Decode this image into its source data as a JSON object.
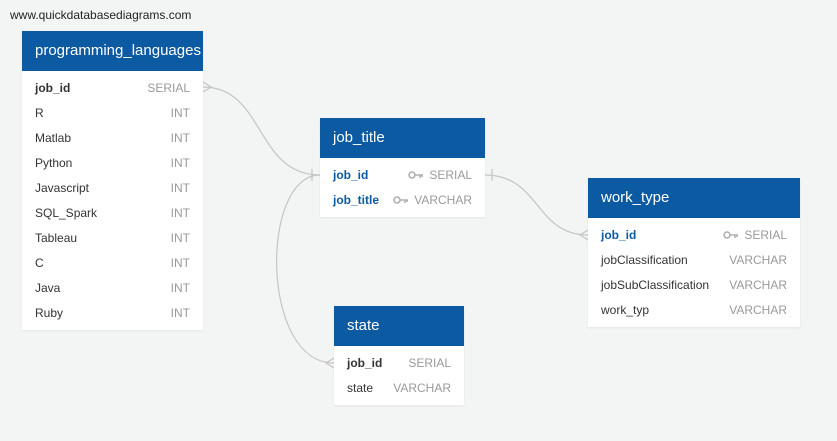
{
  "watermark": "www.quickdatabasediagrams.com",
  "tables": {
    "programming_languages": {
      "title": "programming_languages",
      "fields": [
        {
          "name": "job_id",
          "type": "SERIAL"
        },
        {
          "name": "R",
          "type": "INT"
        },
        {
          "name": "Matlab",
          "type": "INT"
        },
        {
          "name": "Python",
          "type": "INT"
        },
        {
          "name": "Javascript",
          "type": "INT"
        },
        {
          "name": "SQL_Spark",
          "type": "INT"
        },
        {
          "name": "Tableau",
          "type": "INT"
        },
        {
          "name": "C",
          "type": "INT"
        },
        {
          "name": "Java",
          "type": "INT"
        },
        {
          "name": "Ruby",
          "type": "INT"
        }
      ]
    },
    "job_title": {
      "title": "job_title",
      "fields": [
        {
          "name": "job_id",
          "type": "SERIAL"
        },
        {
          "name": "job_title",
          "type": "VARCHAR"
        }
      ]
    },
    "work_type": {
      "title": "work_type",
      "fields": [
        {
          "name": "job_id",
          "type": "SERIAL"
        },
        {
          "name": "jobClassification",
          "type": "VARCHAR"
        },
        {
          "name": "jobSubClassification",
          "type": "VARCHAR"
        },
        {
          "name": "work_typ",
          "type": "VARCHAR"
        }
      ]
    },
    "state": {
      "title": "state",
      "fields": [
        {
          "name": "job_id",
          "type": "SERIAL"
        },
        {
          "name": "state",
          "type": "VARCHAR"
        }
      ]
    }
  },
  "colors": {
    "header": "#0b5aa2",
    "background": "#f3f5f5",
    "link": "#bdbdbd"
  }
}
